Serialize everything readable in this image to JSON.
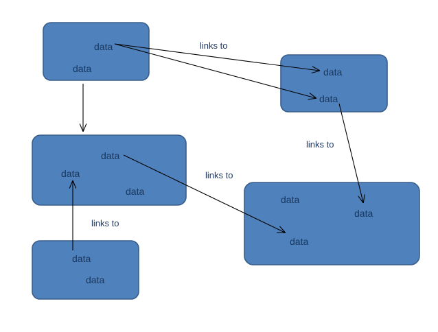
{
  "colors": {
    "box_fill": "#4F81BD",
    "box_stroke": "#385D8A",
    "box_text": "#17375E",
    "arrow": "#000000",
    "link_text": "#1F3864"
  },
  "boxes": {
    "top_left": {
      "items": [
        "data",
        "data"
      ]
    },
    "top_right": {
      "items": [
        "data",
        "data"
      ]
    },
    "middle_left": {
      "items": [
        "data",
        "data",
        "data"
      ]
    },
    "right": {
      "items": [
        "data",
        "data",
        "data"
      ]
    },
    "bottom_left": {
      "items": [
        "data",
        "data"
      ]
    }
  },
  "labels": {
    "links_to_top": "links to",
    "links_to_right": "links to",
    "links_to_middle": "links to",
    "links_to_bottom": "links to"
  }
}
